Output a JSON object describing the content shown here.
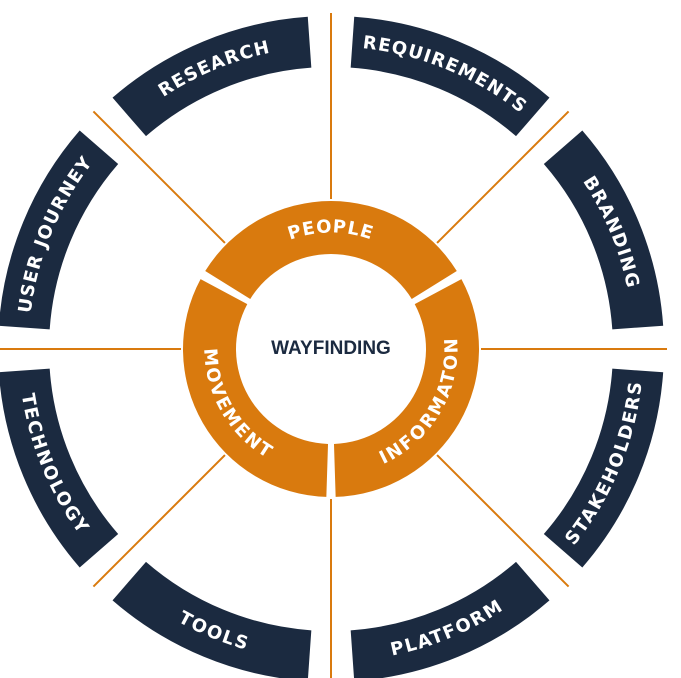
{
  "center": {
    "title": "WAYFINDING"
  },
  "inner_ring": [
    {
      "label": "PEOPLE",
      "name": "people"
    },
    {
      "label": "INFORMATON",
      "name": "informaton"
    },
    {
      "label": "MOVEMENT",
      "name": "movement"
    }
  ],
  "outer_ring": [
    {
      "label": "REQUIREMENTS",
      "name": "requirements"
    },
    {
      "label": "BRANDING",
      "name": "branding"
    },
    {
      "label": "STAKEHOLDERS",
      "name": "stakeholders"
    },
    {
      "label": "PLATFORM",
      "name": "platform"
    },
    {
      "label": "TOOLS",
      "name": "tools"
    },
    {
      "label": "TECHNOLOGY",
      "name": "technology"
    },
    {
      "label": "USER JOURNEY",
      "name": "user-journey"
    },
    {
      "label": "RESEARCH",
      "name": "research"
    }
  ],
  "colors": {
    "navy": "#1b2a40",
    "orange": "#d97a0e",
    "white": "#ffffff",
    "text_dark": "#1b2a40"
  }
}
